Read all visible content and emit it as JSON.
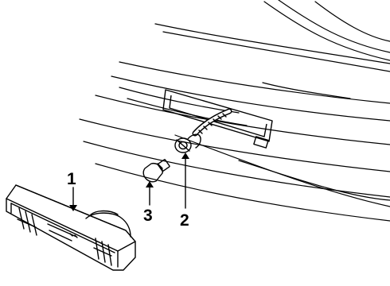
{
  "diagram": {
    "type": "exploded-parts-illustration",
    "stroke_color": "#000000",
    "background_color": "#ffffff",
    "callouts": [
      {
        "id": "1",
        "label": "1",
        "part": "side-marker-lamp-housing"
      },
      {
        "id": "2",
        "label": "2",
        "part": "socket-and-wire-harness"
      },
      {
        "id": "3",
        "label": "3",
        "part": "bulb"
      }
    ]
  }
}
